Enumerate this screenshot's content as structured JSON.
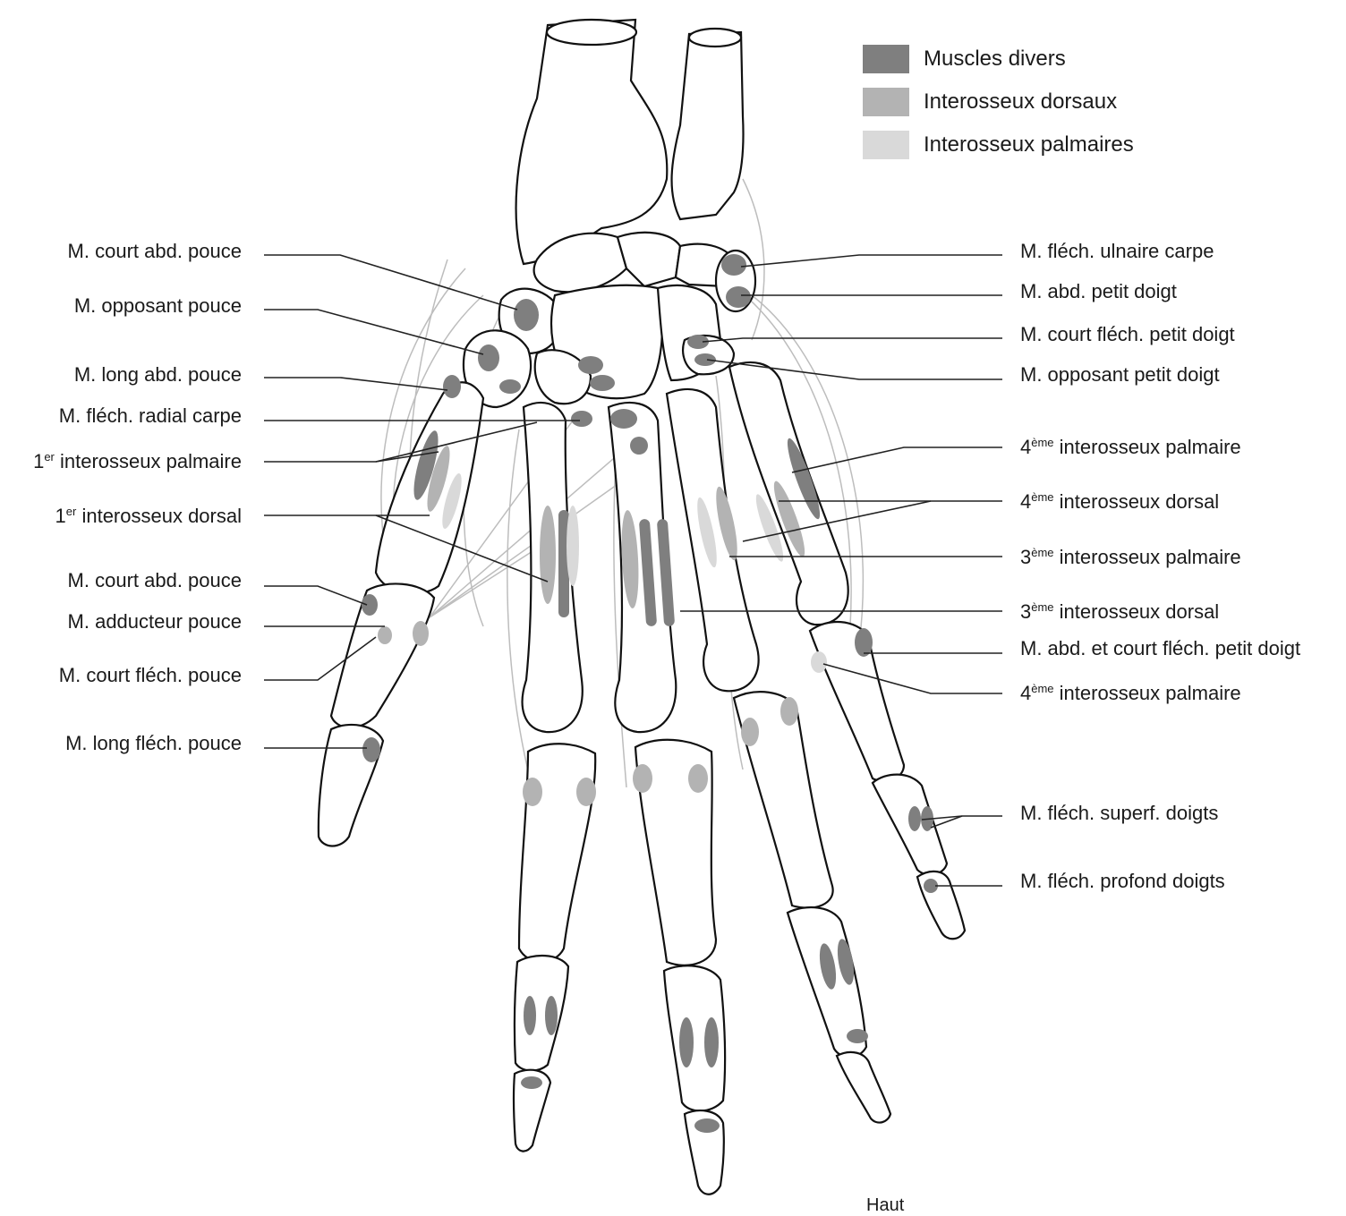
{
  "legend": {
    "items": [
      {
        "label": "Muscles divers",
        "color": "#7f7f7f"
      },
      {
        "label": "Interosseux dorsaux",
        "color": "#b3b3b3"
      },
      {
        "label": "Interosseux palmaires",
        "color": "#d9d9d9"
      }
    ]
  },
  "labels_left": [
    {
      "text": "M. court abd. pouce"
    },
    {
      "text": "M. opposant pouce"
    },
    {
      "text": "M. long abd. pouce"
    },
    {
      "text": "M. fléch. radial carpe"
    },
    {
      "sup": "er",
      "num": "1",
      "text": " interosseux palmaire"
    },
    {
      "sup": "er",
      "num": "1",
      "text": " interosseux dorsal"
    },
    {
      "text": "M. court abd. pouce"
    },
    {
      "text": "M. adducteur pouce"
    },
    {
      "text": "M. court fléch. pouce"
    },
    {
      "text": "M. long fléch. pouce"
    }
  ],
  "labels_right": [
    {
      "text": "M. fléch. ulnaire carpe"
    },
    {
      "text": "M. abd. petit doigt"
    },
    {
      "text": "M. court fléch. petit doigt"
    },
    {
      "text": "M. opposant petit doigt"
    },
    {
      "num": "4",
      "sup": "ème",
      "text": " interosseux palmaire"
    },
    {
      "num": "4",
      "sup": "ème",
      "text": " interosseux dorsal"
    },
    {
      "num": "3",
      "sup": "ème",
      "text": " interosseux palmaire"
    },
    {
      "num": "3",
      "sup": "ème",
      "text": " interosseux dorsal"
    },
    {
      "text": "M. abd. et court fléch. petit doigt"
    },
    {
      "num": "4",
      "sup": "ème",
      "text": " interosseux palmaire"
    },
    {
      "text": "M. fléch. superf. doigts"
    },
    {
      "text": "M. fléch. profond  doigts"
    }
  ],
  "bottom_note": "Haut"
}
